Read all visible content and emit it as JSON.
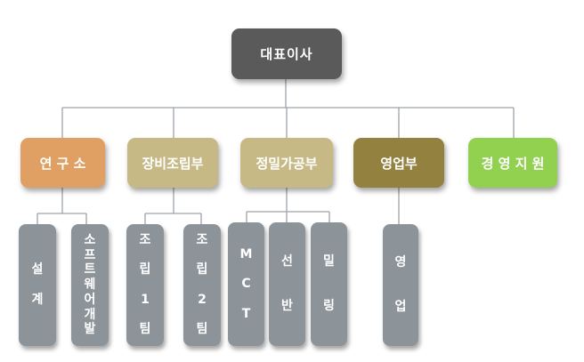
{
  "org_chart": {
    "ceo": "대표이사",
    "departments": [
      {
        "label": "연 구 소",
        "color": "#e0a064",
        "teams": [
          "설\n\n계",
          "소\n프\n트\n웨\n어\n개\n발"
        ]
      },
      {
        "label": "장비조립부",
        "color": "#c6b985",
        "teams": [
          "조\n\n립\n\n1\n\n팀",
          "조\n\n립\n\n2\n\n팀"
        ]
      },
      {
        "label": "정밀가공부",
        "color": "#c6b985",
        "teams": [
          "M\n\nC\n\nT",
          "선\n\n\n반",
          "밀\n\n\n링"
        ]
      },
      {
        "label": "영업부",
        "color": "#938140",
        "teams": [
          "영\n\n\n업"
        ]
      },
      {
        "label": "경 영 지 원",
        "color": "#92d050",
        "teams": []
      }
    ]
  }
}
